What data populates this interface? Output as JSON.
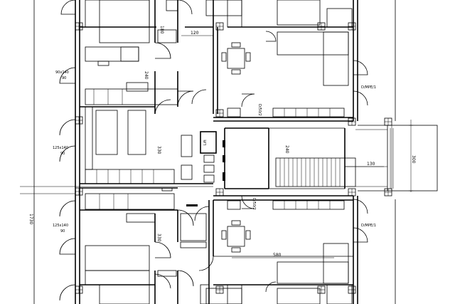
{
  "labels": {
    "dim_120": "120",
    "dim_240_top": "240",
    "dim_240_stair": "240",
    "dim_330_mid": "330",
    "dim_330_low": "330",
    "dim_580": "580",
    "dim_130": "130",
    "dim_300": "300",
    "dim_1730": "1730",
    "dim_180": "180",
    "bed_90x140": "90x140",
    "bed_90_a": "90",
    "bed_125x140_a": "125x140",
    "bed_90_b": "90",
    "bed_125x140_b": "125x140",
    "bed_90_c": "90",
    "door_top_right": "D/MPE/1",
    "door_bottom_right": "D/MPE/1",
    "door_center_top": "D/50/2",
    "door_center_bottom": "D/50/2",
    "lift": "Lift"
  }
}
